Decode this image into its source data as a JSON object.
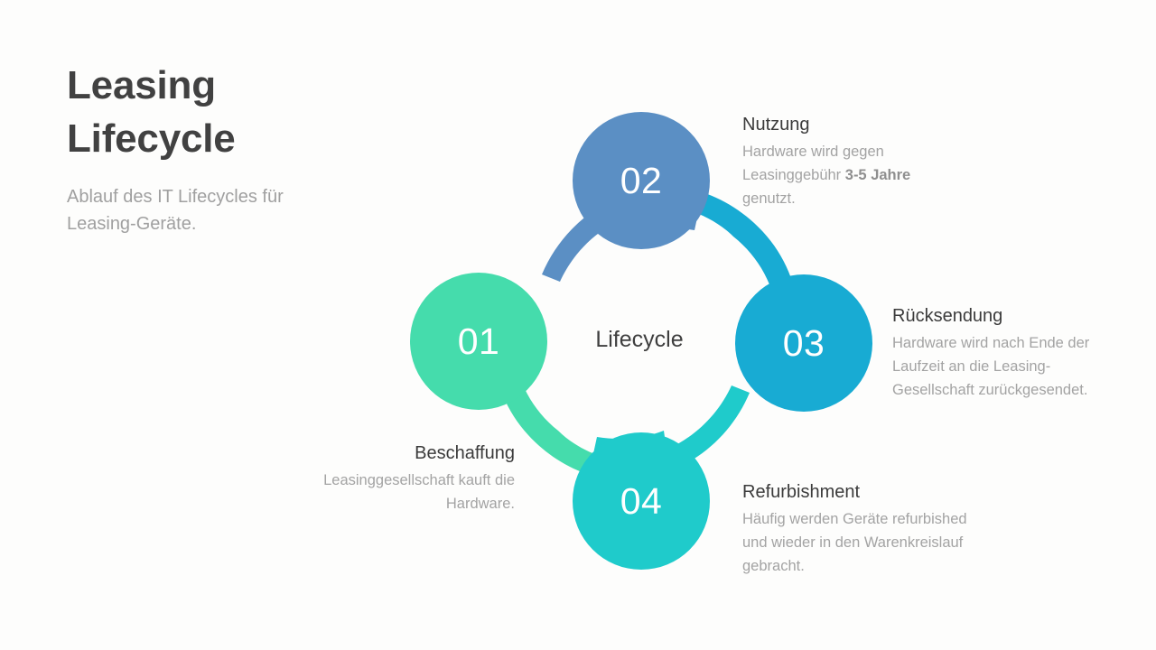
{
  "heading": {
    "title_line1": "Leasing",
    "title_line2": "Lifecycle",
    "subtitle": "Ablauf des IT Lifecycles für Leasing-Geräte."
  },
  "diagram": {
    "center_label": "Lifecycle",
    "nodes": [
      {
        "number": "01",
        "color": "#45DCAC",
        "position": "left"
      },
      {
        "number": "02",
        "color": "#5B8FC4",
        "position": "top"
      },
      {
        "number": "03",
        "color": "#18ABD3",
        "position": "right"
      },
      {
        "number": "04",
        "color": "#1FCBCB",
        "position": "bottom"
      }
    ],
    "arcs": [
      {
        "from": "01",
        "to": "02",
        "color": "#45DCAC"
      },
      {
        "from": "02",
        "to": "03",
        "color": "#5B8FC4"
      },
      {
        "from": "03",
        "to": "04",
        "color": "#18ABD3"
      },
      {
        "from": "04",
        "to": "01",
        "color": "#1FCBCB"
      }
    ]
  },
  "callouts": {
    "beschaffung": {
      "title": "Beschaffung",
      "body_part1": "Leasinggesellschaft kauft die Hardware.",
      "body_bold": "",
      "body_part2": ""
    },
    "nutzung": {
      "title": "Nutzung",
      "body_part1": "Hardware wird gegen Leasinggebühr ",
      "body_bold": "3-5 Jahre",
      "body_part2": " genutzt."
    },
    "ruecksendung": {
      "title": "Rücksendung",
      "body_part1": "Hardware wird nach Ende der Laufzeit an die Leasing-Gesellschaft zurückgesendet.",
      "body_bold": "",
      "body_part2": ""
    },
    "refurbishment": {
      "title": "Refurbishment",
      "body_part1": "Häufig werden Geräte refurbished und wieder in den Warenkreislauf gebracht.",
      "body_bold": "",
      "body_part2": ""
    }
  },
  "colors": {
    "background": "#fdfdfc",
    "title_text": "#414141",
    "subtitle_text": "#a0a0a0",
    "callout_title_text": "#3b3b3b",
    "callout_body_text": "#a3a3a3",
    "node_01": "#45DCAC",
    "node_02": "#5B8FC4",
    "node_03": "#18ABD3",
    "node_04": "#1FCBCB"
  }
}
